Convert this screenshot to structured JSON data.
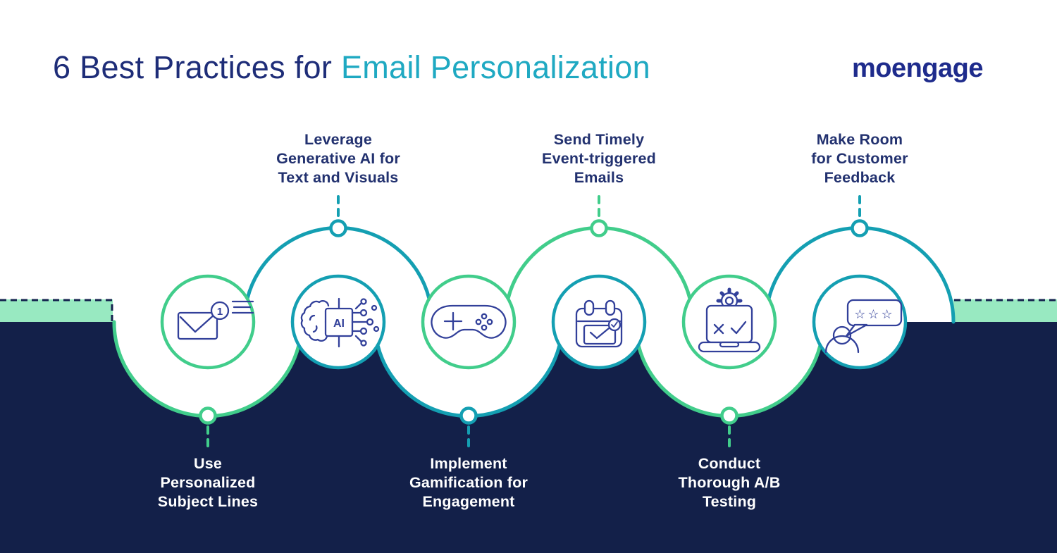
{
  "title": {
    "prefix": "6 Best Practices for ",
    "highlight": "Email Personalization"
  },
  "logo": {
    "text": "moengage"
  },
  "colors": {
    "background": "#ffffff",
    "navy_bottom": "#132049",
    "mint_band": "#98e9c1",
    "wave_green": "#41cd8b",
    "wave_teal": "#149fb2",
    "title_navy": "#1e2d78",
    "title_teal": "#1fa9c2",
    "label_navy": "#22316f",
    "label_white": "#ffffff",
    "icon_stroke": "#32409a",
    "logo_navy": "#1e2b8c"
  },
  "steps": [
    {
      "icon": "envelope-notification-icon",
      "ring_color": "green",
      "label_position": "below",
      "badge_text": "1",
      "label_lines": [
        "Use",
        "Personalized",
        "Subject Lines"
      ]
    },
    {
      "icon": "generative-ai-brain-icon",
      "ring_color": "teal",
      "label_position": "above",
      "chip_text": "AI",
      "label_lines": [
        "Leverage",
        "Generative AI for",
        "Text and Visuals"
      ]
    },
    {
      "icon": "game-controller-icon",
      "ring_color": "green",
      "label_position": "below",
      "label_lines": [
        "Implement",
        "Gamification for",
        "Engagement"
      ]
    },
    {
      "icon": "calendar-event-icon",
      "ring_color": "teal",
      "label_position": "above",
      "label_lines": [
        "Send Timely",
        "Event-triggered",
        "Emails"
      ]
    },
    {
      "icon": "ab-testing-laptop-icon",
      "ring_color": "green",
      "label_position": "below",
      "label_lines": [
        "Conduct",
        "Thorough A/B",
        "Testing"
      ]
    },
    {
      "icon": "customer-feedback-icon",
      "ring_color": "teal",
      "label_position": "above",
      "stars_text": "☆☆☆",
      "label_lines": [
        "Make Room",
        "for Customer",
        "Feedback"
      ]
    }
  ]
}
